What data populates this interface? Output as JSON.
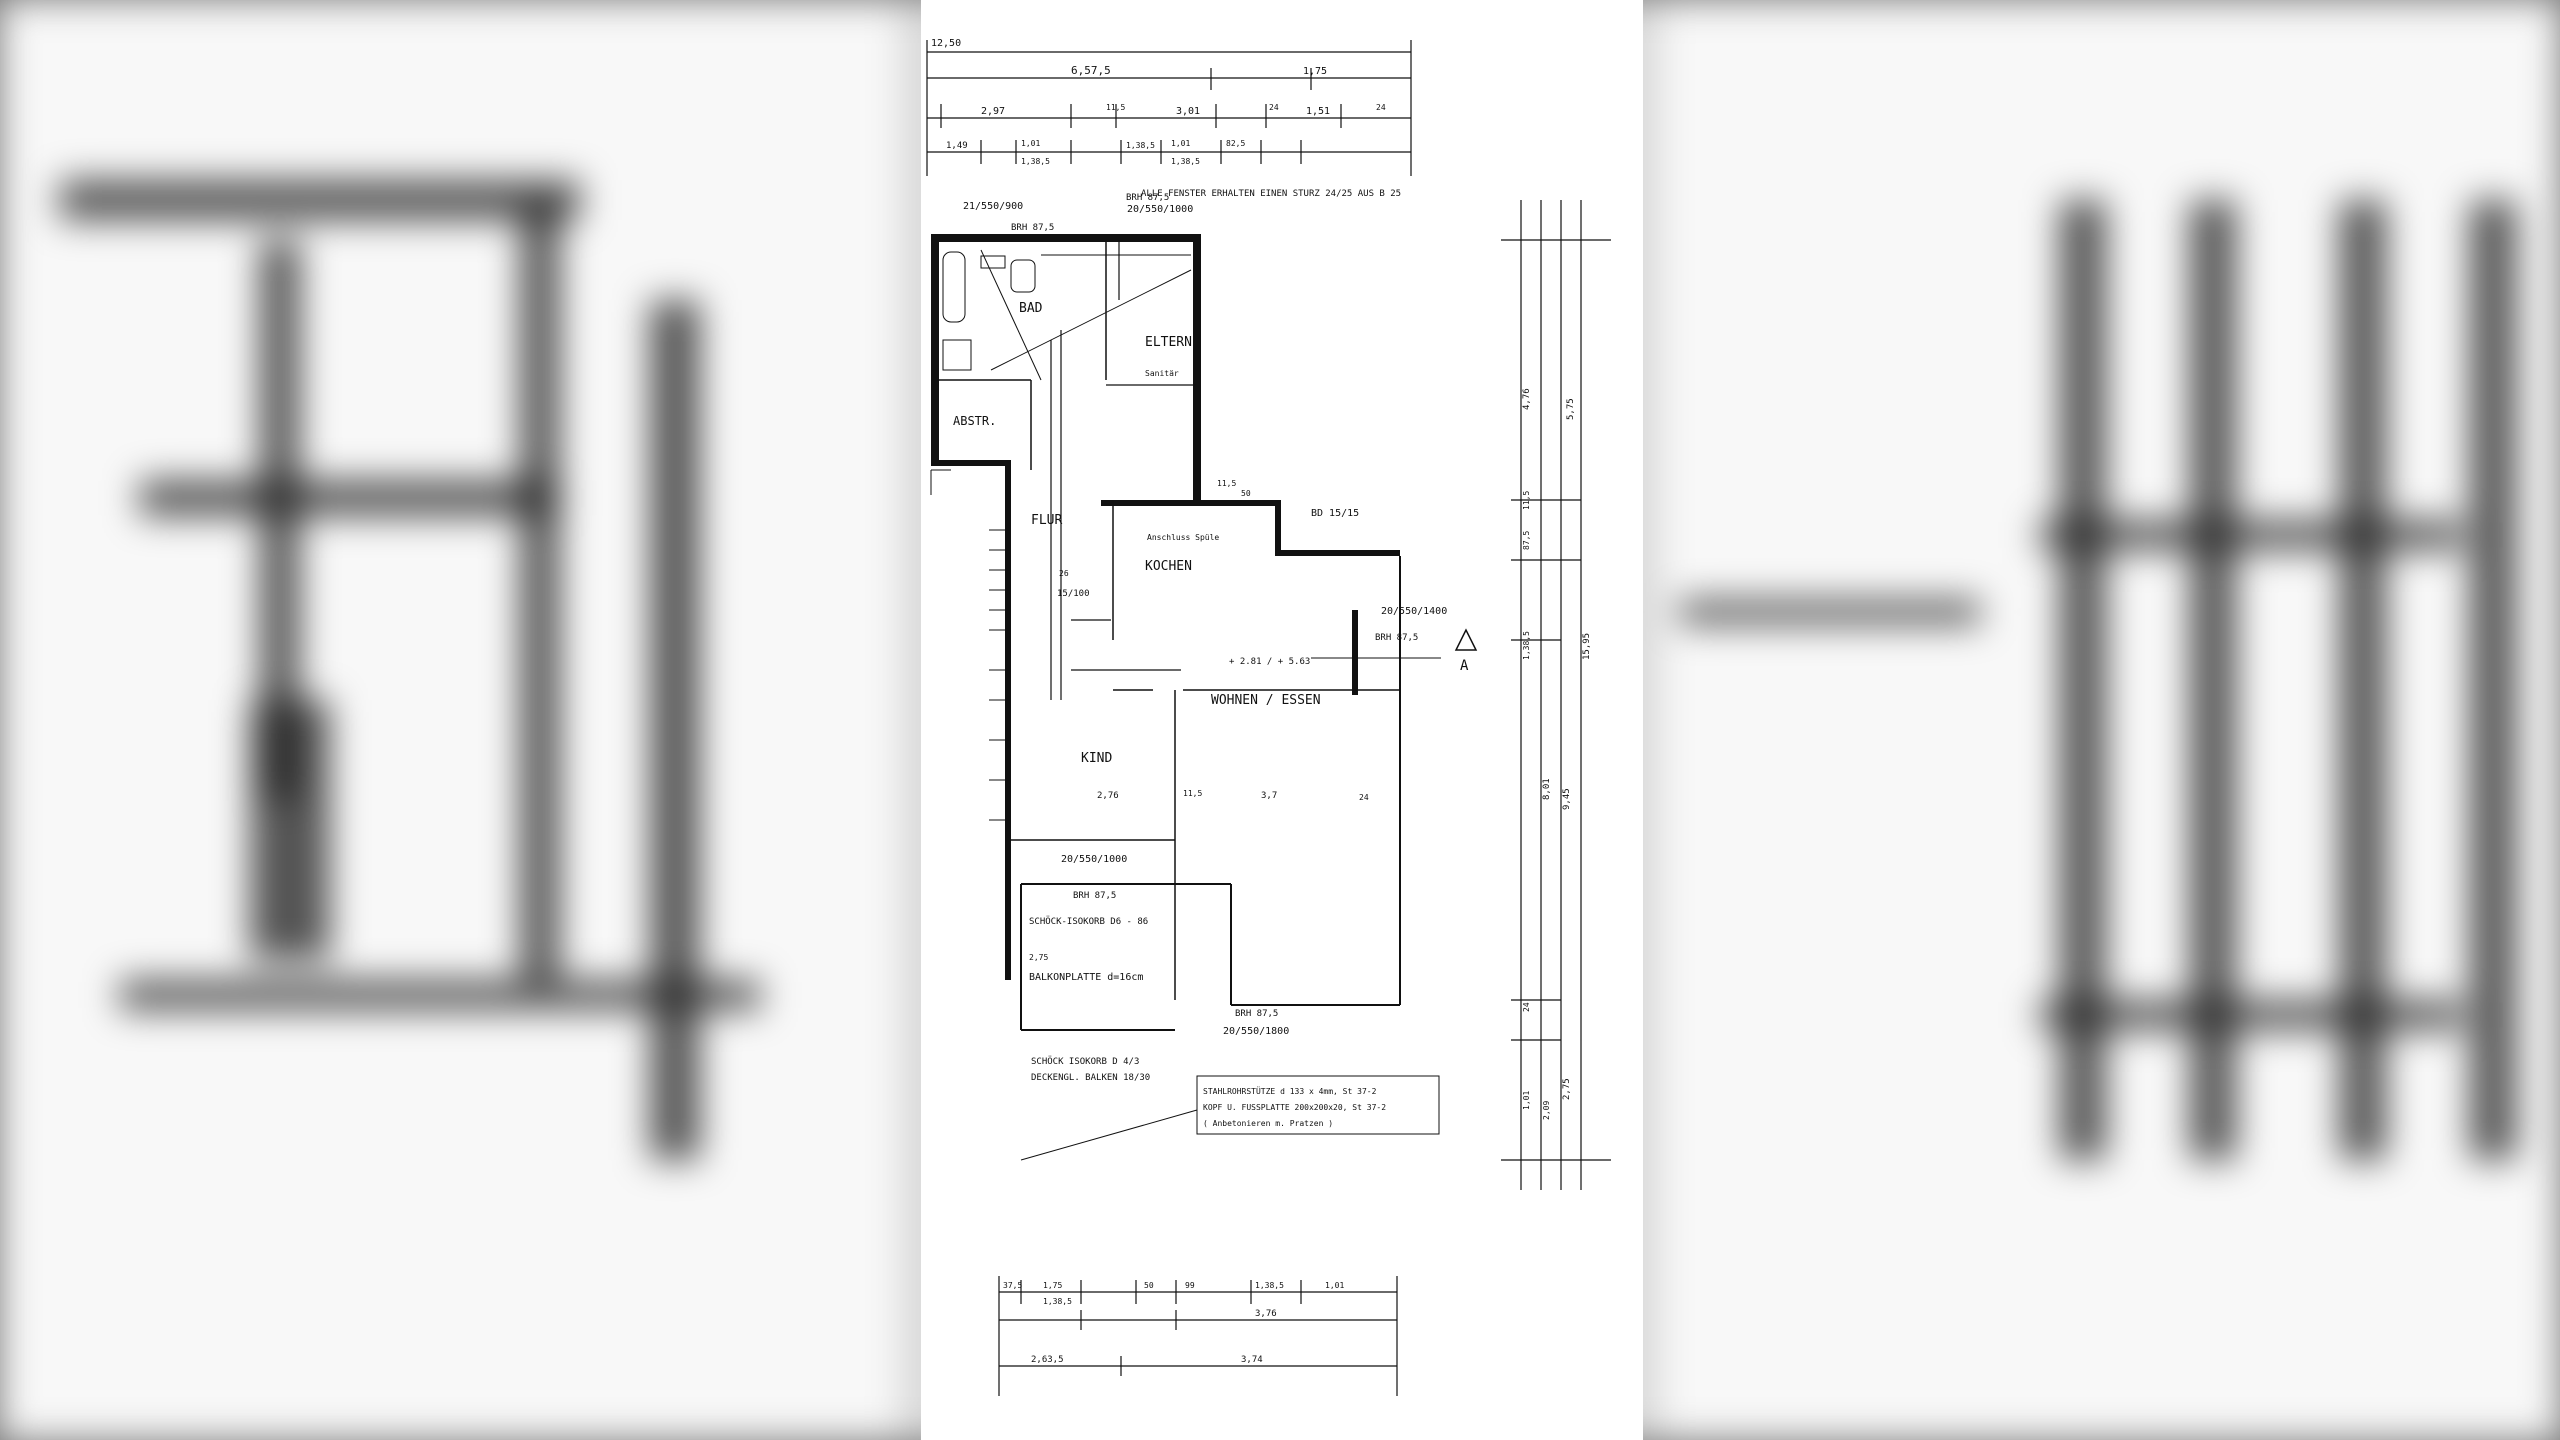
{
  "plan": {
    "note": "ALLE FENSTER ERHALTEN EINEN STURZ 24/25 AUS B 25",
    "rooms": {
      "bad": "BAD",
      "eltern": "ELTERN",
      "abstr": "ABSTR.",
      "flur": "FLUR",
      "kochen": "KOCHEN",
      "wohnen_essen": "WOHNEN / ESSEN",
      "kind": "KIND",
      "balkon": "BALKONPLATTE d=16cm"
    },
    "labels": {
      "window_top_left": "21/550/900",
      "window_top_right": "20/550/1000",
      "brh_top_left": "BRH 87,5",
      "brh_top_right": "BRH 87,5",
      "bd_15_15": "BD 15/15",
      "anschluss": "Anschluss Spüle",
      "window_right": "20/550/1400",
      "brh_right": "BRH 87,5",
      "section_mark": "A",
      "elevation": "+ 2.81 / + 5.63",
      "window_kind": "20/550/1000",
      "brh_kind": "BRH 87,5",
      "schoeck": "SCHÖCK-ISOKORB D6 - 86",
      "brh_bottom": "BRH 87,5",
      "window_bottom": "20/550/1800",
      "schoeck2": "SCHÖCK ISOKORB D 4/3",
      "deckengl": "DECKENGL. BALKEN 18/30",
      "stahl_1": "STAHLROHRSTÜTZE d 133 x 4mm, St 37-2",
      "stahl_2": "KOPF U. FUSSPLATTE 200x200x20, St 37-2",
      "stahl_3": "( Anbetonieren m. Pratzen )",
      "sanitaer": "Sanitär",
      "dim_15_100": "15/100"
    },
    "dims_top": [
      "12,50",
      "6,57,5",
      "1,75",
      "2,97",
      "11,5",
      "3,01",
      "24",
      "1,51",
      "24",
      "1,49",
      "1,01",
      "1,38,5",
      "1,38,5",
      "1,01",
      "82,5",
      "1,38,5"
    ],
    "dims_right": [
      "4,76",
      "5,75",
      "11,5",
      "87,5",
      "1,38,5",
      "8,01",
      "9,45",
      "15,95",
      "24",
      "1,01",
      "2,75",
      "2,09"
    ],
    "dims_bottom": [
      "37,5",
      "1,75",
      "1,38,5",
      "50",
      "99",
      "1,38,5",
      "1,01",
      "3,76",
      "2,63,5",
      "3,74"
    ],
    "dims_inner": [
      "2,76",
      "11,5",
      "3,7",
      "24",
      "2,75",
      "50",
      "11,5",
      "26"
    ]
  }
}
